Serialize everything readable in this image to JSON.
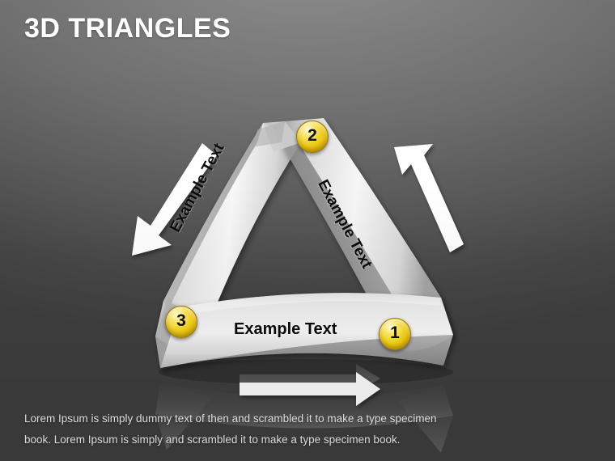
{
  "slide": {
    "title": "3D TRIANGLES",
    "background_top_color": "#7b7b7b",
    "background_bottom_color": "#3f3f3f",
    "accent_color": "#e9c611"
  },
  "diagram": {
    "type": "triangle-cycle",
    "segments": [
      {
        "id": "bottom",
        "label": "Example Text",
        "badge": "1",
        "badge_position": "bottom-right"
      },
      {
        "id": "right",
        "label": "Example Text",
        "badge": "2",
        "badge_position": "apex"
      },
      {
        "id": "left",
        "label": "Example Text",
        "badge": "3",
        "badge_position": "bottom-left"
      }
    ],
    "arrows": [
      {
        "id": "arrow-left",
        "direction": "down-left",
        "color": "#ffffff"
      },
      {
        "id": "arrow-right",
        "direction": "up-left",
        "color": "#ffffff"
      },
      {
        "id": "arrow-bottom",
        "direction": "right",
        "color": "#ffffff"
      }
    ],
    "ribbon_light_color": "#f2f2f2",
    "ribbon_dark_color": "#9a9a9a"
  },
  "caption": {
    "line1": "Lorem Ipsum is simply dummy text of then and scrambled it to make a type specimen",
    "line2": "book. Lorem Ipsum is simply and scrambled it to make a type specimen book."
  }
}
